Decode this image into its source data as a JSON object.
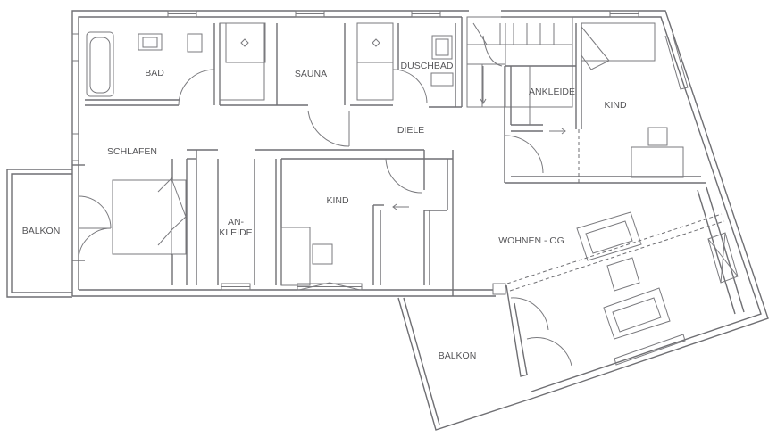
{
  "rooms": {
    "bad": "BAD",
    "sauna": "SAUNA",
    "duschbad": "DUSCHBAD",
    "ankleide_top": "ANKLEIDE",
    "kind_right": "KIND",
    "schlafen": "SCHLAFEN",
    "diele": "DIELE",
    "balkon_left": "BALKON",
    "ankleide_left_1": "AN-",
    "ankleide_left_2": "KLEIDE",
    "kind_center": "KIND",
    "wohnen": "WOHNEN - OG",
    "balkon_bottom": "BALKON"
  },
  "colors": {
    "line": "#6f6f73",
    "label": "#555558",
    "background": "#ffffff"
  }
}
